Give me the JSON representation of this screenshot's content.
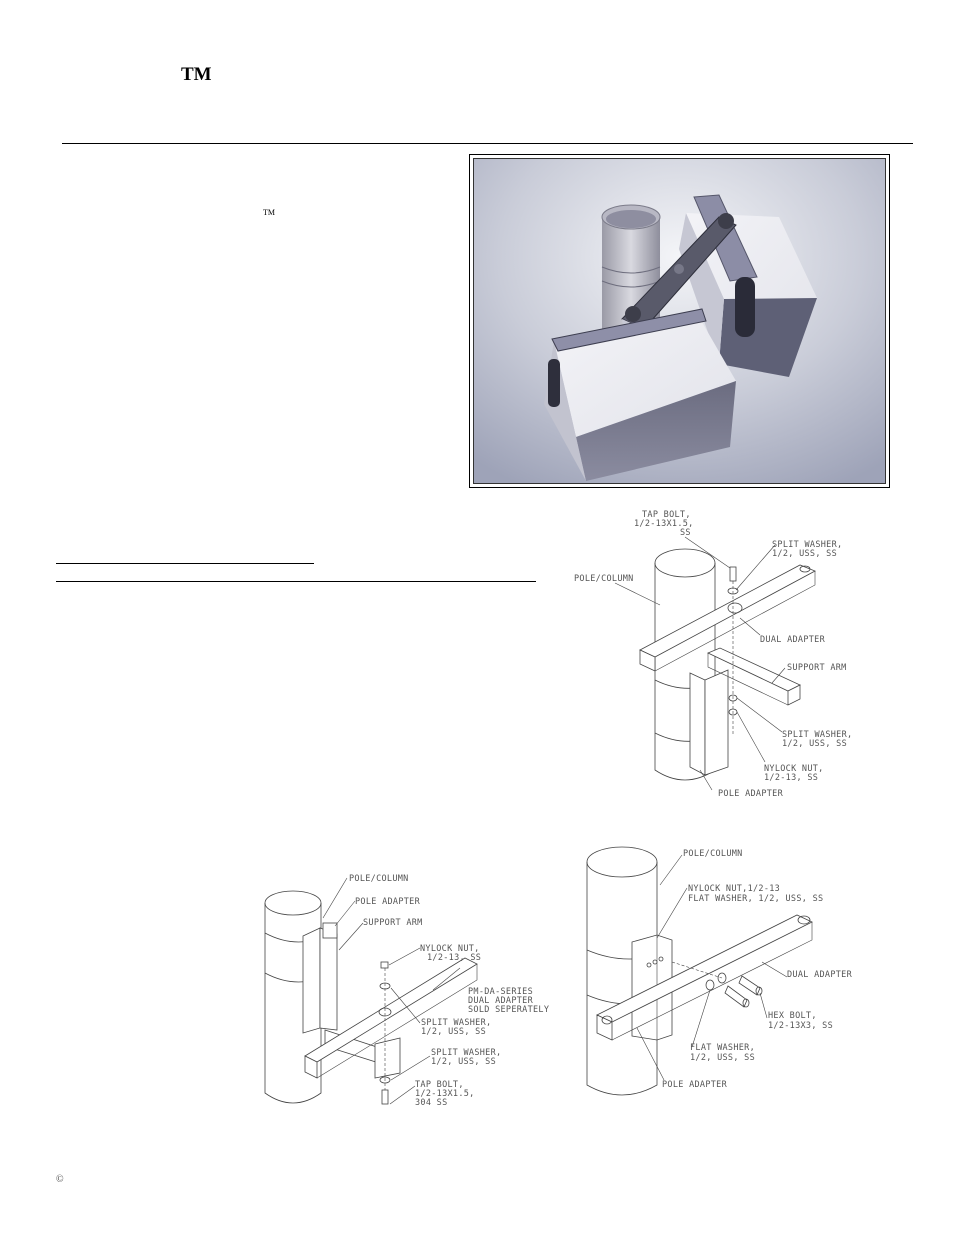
{
  "header": {
    "trademark": "TM"
  },
  "body": {
    "inline_trademark": "TM"
  },
  "render_image": {
    "description": "3D render of pole with dual adapter mounting two enclosures"
  },
  "drawing_top_right": {
    "labels": {
      "tap_bolt": [
        "TAP BOLT,",
        "1/2-13X1.5,",
        "SS"
      ],
      "split_washer_top": [
        "SPLIT WASHER,",
        "1/2, USS, SS"
      ],
      "pole_column": "POLE/COLUMN",
      "dual_adapter": "DUAL ADAPTER",
      "support_arm": "SUPPORT ARM",
      "split_washer_bottom": [
        "SPLIT WASHER,",
        "1/2, USS, SS"
      ],
      "nylock_nut": [
        "NYLOCK NUT,",
        "1/2-13, SS"
      ],
      "pole_adapter": "POLE ADAPTER"
    }
  },
  "drawing_bottom_left": {
    "labels": {
      "pole_column": "POLE/COLUMN",
      "pole_adapter": "POLE ADAPTER",
      "support_arm": "SUPPORT ARM",
      "nylock_nut": [
        "NYLOCK NUT,",
        "1/2-13, SS"
      ],
      "dual_adapter_note": [
        "PM-DA-SERIES",
        "DUAL ADAPTER",
        "SOLD SEPERATELY"
      ],
      "split_washer_1": [
        "SPLIT WASHER,",
        "1/2, USS, SS"
      ],
      "split_washer_2": [
        "SPLIT WASHER,",
        "1/2, USS, SS"
      ],
      "tap_bolt": [
        "TAP BOLT,",
        "1/2-13X1.5,",
        "304 SS"
      ]
    }
  },
  "drawing_bottom_right": {
    "labels": {
      "pole_column": "POLE/COLUMN",
      "nylock_flat": [
        "NYLOCK NUT,1/2-13",
        "FLAT WASHER, 1/2, USS, SS"
      ],
      "dual_adapter": "DUAL ADAPTER",
      "hex_bolt": [
        "HEX BOLT,",
        "1/2-13X3, SS"
      ],
      "flat_washer": [
        "FLAT WASHER,",
        "1/2, USS, SS"
      ],
      "pole_adapter": "POLE ADAPTER"
    }
  },
  "footer": {
    "copyright": "©"
  }
}
